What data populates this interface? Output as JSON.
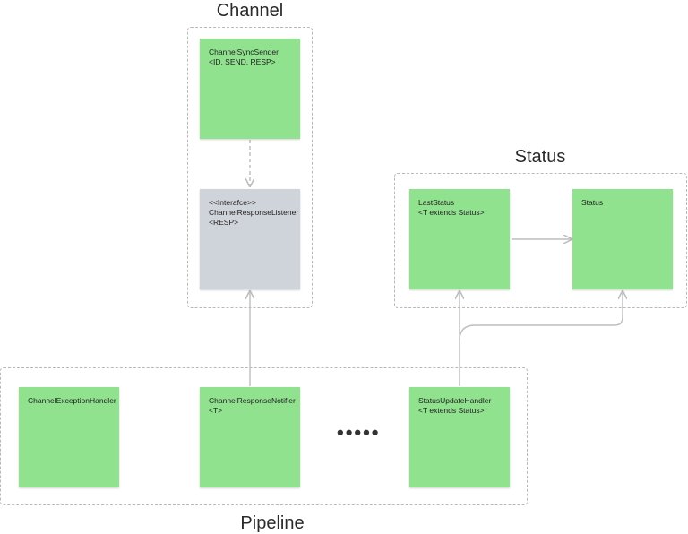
{
  "groups": {
    "channel": {
      "title": "Channel"
    },
    "status": {
      "title": "Status"
    },
    "pipeline": {
      "title": "Pipeline"
    }
  },
  "nodes": {
    "channel_sync_sender": {
      "lines": [
        "ChannelSyncSender",
        "<ID, SEND, RESP>"
      ],
      "color": "#90e28f"
    },
    "channel_response_listener": {
      "lines": [
        "<<Interafce>>",
        "ChannelResponseListener",
        "<RESP>"
      ],
      "color": "#cfd3da"
    },
    "last_status": {
      "lines": [
        "LastStatus",
        "<T extends Status>"
      ],
      "color": "#90e28f"
    },
    "status": {
      "lines": [
        "Status"
      ],
      "color": "#90e28f"
    },
    "channel_exception_handler": {
      "lines": [
        "ChannelExceptionHandler"
      ],
      "color": "#90e28f"
    },
    "channel_response_notifier": {
      "lines": [
        "ChannelResponseNotifier",
        "<T>"
      ],
      "color": "#90e28f"
    },
    "status_update_handler": {
      "lines": [
        "StatusUpdateHandler",
        "<T extends Status>"
      ],
      "color": "#90e28f"
    }
  },
  "ellipsis": "•••••",
  "colors": {
    "edge": "#bdbdbd",
    "group_border": "#b9b9b9"
  }
}
